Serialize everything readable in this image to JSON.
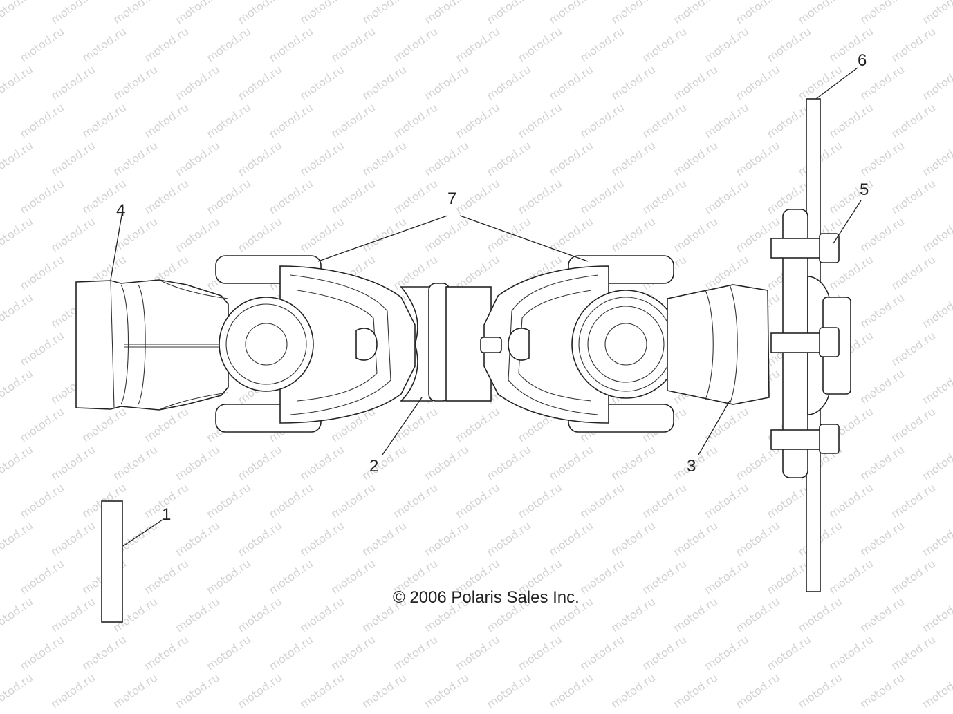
{
  "diagram": {
    "watermark_text": "motod.ru",
    "copyright": "© 2006 Polaris Sales Inc.",
    "callouts": [
      {
        "id": "1",
        "label": "1"
      },
      {
        "id": "2",
        "label": "2"
      },
      {
        "id": "3",
        "label": "3"
      },
      {
        "id": "4",
        "label": "4"
      },
      {
        "id": "5",
        "label": "5"
      },
      {
        "id": "6",
        "label": "6"
      },
      {
        "id": "7",
        "label": "7"
      }
    ]
  }
}
